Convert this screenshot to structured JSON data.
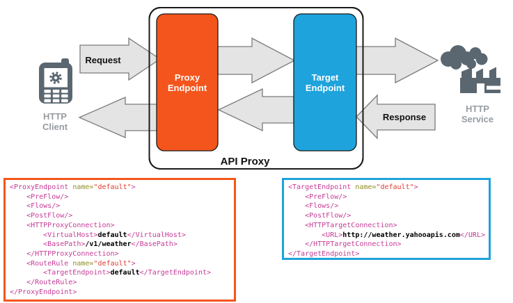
{
  "diagram": {
    "client": {
      "label_line1": "HTTP",
      "label_line2": "Client"
    },
    "service": {
      "label_line1": "HTTP",
      "label_line2": "Service"
    },
    "request_label": "Request",
    "response_label": "Response",
    "proxy_endpoint": {
      "label_line1": "Proxy",
      "label_line2": "Endpoint"
    },
    "target_endpoint": {
      "label_line1": "Target",
      "label_line2": "Endpoint"
    },
    "api_proxy_label": "API Proxy",
    "colors": {
      "proxy_orange": "#F4551C",
      "target_blue": "#1EA3DC",
      "icon_slate": "#5B6770",
      "icon_label_gray": "#979CA1",
      "arrow_fill": "#E4E4E4",
      "arrow_stroke": "#7A7A7A"
    }
  },
  "syntax_colors": {
    "tag": "#C53A95",
    "attr": "#8F8F24",
    "val": "#E03A2F",
    "text": "#000000"
  },
  "code_blocks": [
    {
      "name": "proxy-endpoint-xml",
      "border_color": "#F4551C",
      "lines": [
        [
          [
            "tag",
            "<ProxyEndpoint "
          ],
          [
            "attr",
            "name="
          ],
          [
            "val",
            "\"default\""
          ],
          [
            "tag",
            ">"
          ]
        ],
        [
          [
            "tag",
            "    <PreFlow/>"
          ]
        ],
        [
          [
            "tag",
            "    <Flows/>"
          ]
        ],
        [
          [
            "tag",
            "    <PostFlow/>"
          ]
        ],
        [
          [
            "tag",
            "    <HTTPProxyConnection>"
          ]
        ],
        [
          [
            "tag",
            "        <VirtualHost>"
          ],
          [
            "text",
            "default"
          ],
          [
            "tag",
            "</VirtualHost>"
          ]
        ],
        [
          [
            "tag",
            "        <BasePath>"
          ],
          [
            "text",
            "/v1/weather"
          ],
          [
            "tag",
            "</BasePath>"
          ]
        ],
        [
          [
            "tag",
            "    </HTTPProxyConnection>"
          ]
        ],
        [
          [
            "tag",
            "    <RouteRule "
          ],
          [
            "attr",
            "name="
          ],
          [
            "val",
            "\"default\""
          ],
          [
            "tag",
            ">"
          ]
        ],
        [
          [
            "tag",
            "        <TargetEndpoint>"
          ],
          [
            "text",
            "default"
          ],
          [
            "tag",
            "</TargetEndpoint>"
          ]
        ],
        [
          [
            "tag",
            "    </RouteRule>"
          ]
        ],
        [
          [
            "tag",
            "</ProxyEndpoint>"
          ]
        ]
      ]
    },
    {
      "name": "target-endpoint-xml",
      "border_color": "#1EA3DC",
      "lines": [
        [
          [
            "tag",
            "<TargetEndpoint "
          ],
          [
            "attr",
            "name="
          ],
          [
            "val",
            "\"default\""
          ],
          [
            "tag",
            ">"
          ]
        ],
        [
          [
            "tag",
            "    <PreFlow/>"
          ]
        ],
        [
          [
            "tag",
            "    <Flows/>"
          ]
        ],
        [
          [
            "tag",
            "    <PostFlow/>"
          ]
        ],
        [
          [
            "tag",
            "    <HTTPTargetConnection>"
          ]
        ],
        [
          [
            "tag",
            "        <URL>"
          ],
          [
            "text",
            "http://weather.yahooapis.com"
          ],
          [
            "tag",
            "</URL>"
          ]
        ],
        [
          [
            "tag",
            "    </HTTPTargetConnection>"
          ]
        ],
        [
          [
            "tag",
            "</TargetEndpoint>"
          ]
        ]
      ]
    }
  ]
}
